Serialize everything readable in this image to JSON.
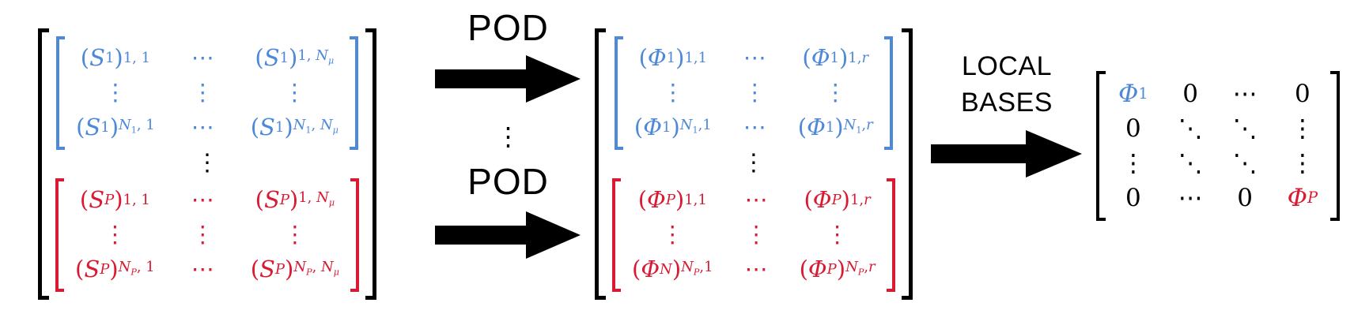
{
  "colors": {
    "blue": "#4e88d8",
    "red": "#d81a32",
    "black": "#000000",
    "background": "#ffffff"
  },
  "labels": {
    "pod_top": "POD",
    "pod_bottom": "POD",
    "local_bases_line1": "LOCAL",
    "local_bases_line2": "BASES"
  },
  "flow": {
    "between_arrows_dots": "⋮"
  },
  "snapshot_matrix": {
    "separator_dots": "⋮",
    "blue_block": {
      "rows": [
        [
          "(S_{1})_{1, 1}",
          "⋯",
          "(S_{1})_{1, N_{μ}}"
        ],
        [
          "⋮",
          "⋮",
          "⋮"
        ],
        [
          "(S_{1})_{N_{1}, 1}",
          "⋯",
          "(S_{1})_{N_{1}, N_{μ}}"
        ]
      ]
    },
    "red_block": {
      "rows": [
        [
          "(S_{P})_{1, 1}",
          "⋯",
          "(S_{P})_{1, N_{μ}}"
        ],
        [
          "⋮",
          "⋮",
          "⋮"
        ],
        [
          "(S_{P})_{N_{P}, 1}",
          "⋯",
          "(S_{P})_{N_{P}, N_{μ}}"
        ]
      ]
    }
  },
  "pod_matrix": {
    "separator_dots": "⋮",
    "blue_block": {
      "rows": [
        [
          "(Φ_{1})_{1,1}",
          "⋯",
          "(Φ_{1})_{1,r}"
        ],
        [
          "⋮",
          "⋮",
          "⋮"
        ],
        [
          "(Φ_{1})_{N_{1},1}",
          "⋯",
          "(Φ_{1})_{N_{1},r}"
        ]
      ]
    },
    "red_block": {
      "rows": [
        [
          "(Φ_{P})_{1,1}",
          "⋯",
          "(Φ_{P})_{1,r}"
        ],
        [
          "⋮",
          "⋮",
          "⋮"
        ],
        [
          "(Φ_{N})_{N_{P},1}",
          "⋯",
          "(Φ_{P})_{N_{P},r}"
        ]
      ]
    }
  },
  "block_diagonal_matrix": {
    "rows": [
      [
        "Φ_{1}",
        "0",
        "⋯",
        "0"
      ],
      [
        "0",
        "⋱",
        "⋱",
        "⋮"
      ],
      [
        "⋮",
        "⋱",
        "⋱",
        "⋮"
      ],
      [
        "0",
        "⋯",
        "0",
        "Φ_{P}"
      ]
    ]
  }
}
